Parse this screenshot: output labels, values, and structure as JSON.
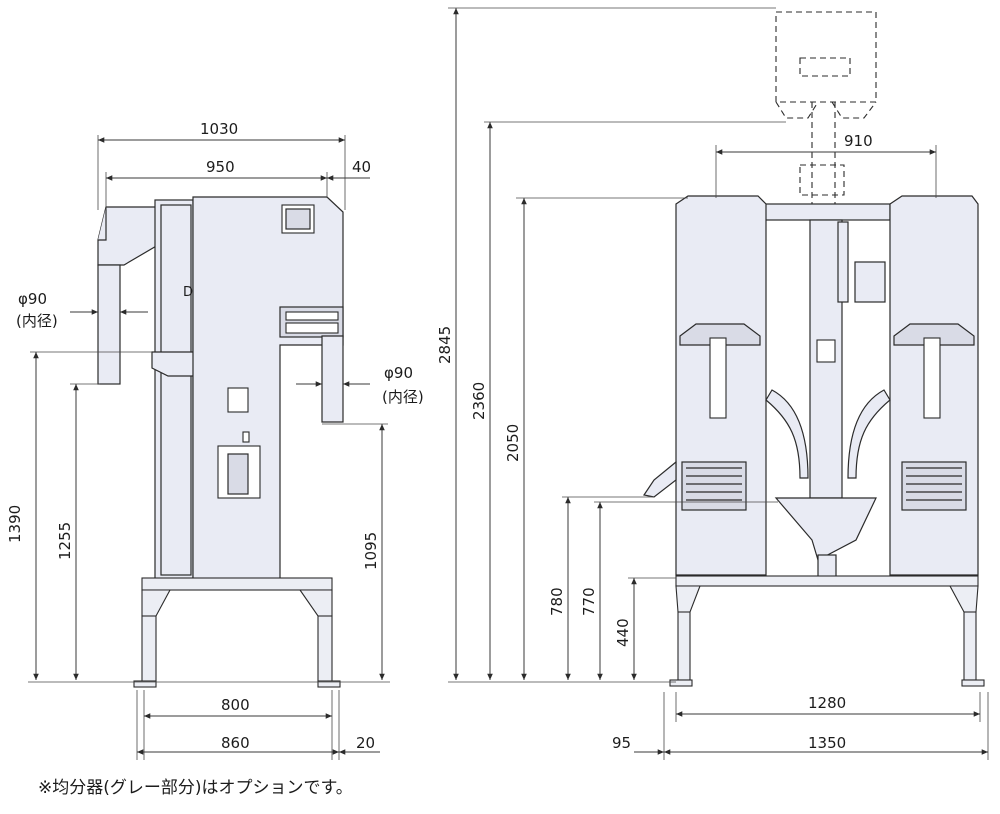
{
  "left_view": {
    "dims": {
      "w1030": "1030",
      "w950": "950",
      "w40": "40",
      "phi_left": "φ90",
      "inner_left": "(内径)",
      "phi_right": "φ90",
      "inner_right": "(内径)",
      "h1390": "1390",
      "h1255": "1255",
      "h1095": "1095",
      "w800": "800",
      "w860": "860",
      "w20": "20"
    }
  },
  "right_view": {
    "dims": {
      "h2845": "2845",
      "h2360": "2360",
      "h2050": "2050",
      "w910": "910",
      "h780": "780",
      "h770": "770",
      "h440": "440",
      "w1280": "1280",
      "w95": "95",
      "w1350": "1350"
    }
  },
  "footnote": "※均分器(グレー部分)はオプションです。",
  "colors": {
    "machine_fill": "#e9ebf4",
    "line": "#2b2b2b",
    "background": "#ffffff"
  }
}
